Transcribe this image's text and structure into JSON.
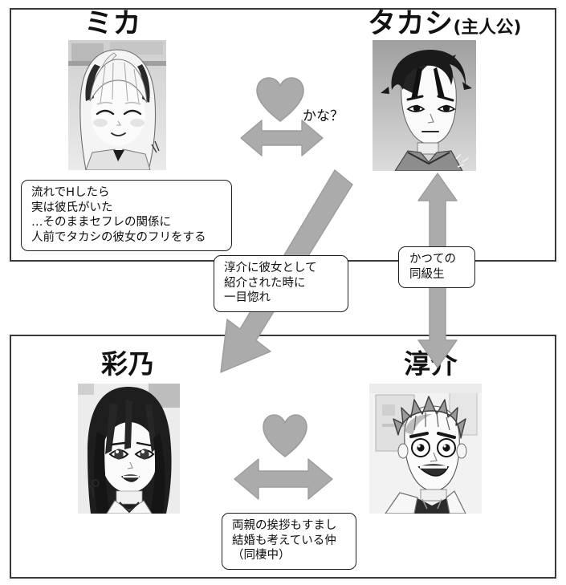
{
  "diagram": {
    "type": "relationship-chart",
    "language": "ja",
    "colors": {
      "shape_gray": "#ababab",
      "shape_gray_stroke": "#9a9a9a",
      "frame_border": "#3a3a3a",
      "text": "#0d0d0d",
      "background": "#ffffff"
    },
    "groups": [
      {
        "id": "top",
        "label": ""
      },
      {
        "id": "bottom",
        "label": ""
      }
    ],
    "characters": [
      {
        "id": "mika",
        "name": "ミカ",
        "suffix": "",
        "group": "top"
      },
      {
        "id": "takashi",
        "name": "タカシ",
        "suffix": "(主人公)",
        "group": "top"
      },
      {
        "id": "ayano",
        "name": "彩乃",
        "suffix": "",
        "group": "bottom"
      },
      {
        "id": "junsuke",
        "name": "淳介",
        "suffix": "",
        "group": "bottom"
      }
    ],
    "notes": {
      "mika_note": "流れでHしたら\n実は彼氏がいた\n…そのままセフレの関係に\n人前でタカシの彼女のフリをする",
      "hitomebore_note": "淳介に彼女として\n紹介された時に\n一目惚れ",
      "classmate_note": "かつての\n同級生",
      "couple_note": "両親の挨拶もすまし\n結婚も考えている仲\n（同棲中）"
    },
    "labels": {
      "kana": "かな？"
    },
    "connectors": [
      {
        "id": "mika-takashi",
        "kind": "double-arrow-horizontal",
        "decoration": "heart",
        "note": "かな？"
      },
      {
        "id": "ayano-junsuke",
        "kind": "double-arrow-horizontal",
        "decoration": "heart",
        "note": "両親の挨拶もすまし\n結婚も考えている仲\n（同棲中）"
      },
      {
        "id": "takashi-junsuke",
        "kind": "double-arrow-vertical",
        "decoration": "none",
        "note": "かつての\n同級生"
      },
      {
        "id": "takashi-ayano",
        "kind": "single-arrow-diagonal",
        "decoration": "none",
        "note": "淳介に彼女として\n紹介された時に\n一目惚れ"
      }
    ]
  }
}
